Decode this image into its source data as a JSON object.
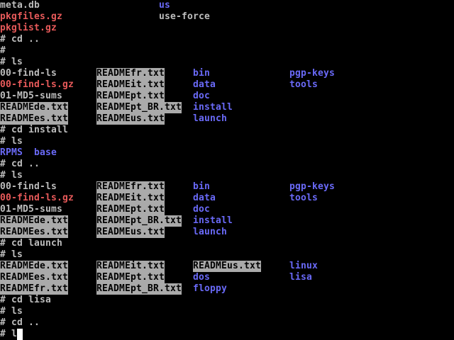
{
  "terminal": {
    "colors": {
      "normal": "#bdbdbd",
      "red": "#e85a5a",
      "blue": "#6a6af8",
      "inverse_bg": "#aaaaaa"
    },
    "lines": [
      {
        "segments": [
          {
            "col": 0,
            "text": "meta.db",
            "style": "normal"
          },
          {
            "col": 28,
            "text": "us",
            "style": "blue"
          }
        ]
      },
      {
        "segments": [
          {
            "col": 0,
            "text": "pkgfiles.gz",
            "style": "red"
          },
          {
            "col": 28,
            "text": "use-force",
            "style": "normal"
          }
        ]
      },
      {
        "segments": [
          {
            "col": 0,
            "text": "pkglist.gz",
            "style": "red"
          }
        ]
      },
      {
        "segments": [
          {
            "col": 0,
            "text": "# cd ..",
            "style": "normal"
          }
        ]
      },
      {
        "segments": [
          {
            "col": 0,
            "text": "#",
            "style": "normal"
          }
        ]
      },
      {
        "segments": [
          {
            "col": 0,
            "text": "# ls",
            "style": "normal"
          }
        ]
      },
      {
        "segments": [
          {
            "col": 0,
            "text": "00-find-ls",
            "style": "normal"
          },
          {
            "col": 17,
            "text": "READMEfr.txt",
            "style": "inv"
          },
          {
            "col": 34,
            "text": "bin",
            "style": "blue"
          },
          {
            "col": 51,
            "text": "pgp-keys",
            "style": "blue"
          }
        ]
      },
      {
        "segments": [
          {
            "col": 0,
            "text": "00-find-ls.gz",
            "style": "red"
          },
          {
            "col": 17,
            "text": "READMEit.txt",
            "style": "inv"
          },
          {
            "col": 34,
            "text": "data",
            "style": "blue"
          },
          {
            "col": 51,
            "text": "tools",
            "style": "blue"
          }
        ]
      },
      {
        "segments": [
          {
            "col": 0,
            "text": "01-MD5-sums",
            "style": "normal"
          },
          {
            "col": 17,
            "text": "READMEpt.txt",
            "style": "inv"
          },
          {
            "col": 34,
            "text": "doc",
            "style": "blue"
          }
        ]
      },
      {
        "segments": [
          {
            "col": 0,
            "text": "READMEde.txt",
            "style": "inv"
          },
          {
            "col": 17,
            "text": "READMEpt_BR.txt",
            "style": "inv"
          },
          {
            "col": 34,
            "text": "install",
            "style": "blue"
          }
        ]
      },
      {
        "segments": [
          {
            "col": 0,
            "text": "READMEes.txt",
            "style": "inv"
          },
          {
            "col": 17,
            "text": "READMEus.txt",
            "style": "inv"
          },
          {
            "col": 34,
            "text": "launch",
            "style": "blue"
          }
        ]
      },
      {
        "segments": [
          {
            "col": 0,
            "text": "# cd install",
            "style": "normal"
          }
        ]
      },
      {
        "segments": [
          {
            "col": 0,
            "text": "# ls",
            "style": "normal"
          }
        ]
      },
      {
        "segments": [
          {
            "col": 0,
            "text": "RPMS",
            "style": "blue"
          },
          {
            "col": 6,
            "text": "base",
            "style": "blue"
          }
        ]
      },
      {
        "segments": [
          {
            "col": 0,
            "text": "# cd ..",
            "style": "normal"
          }
        ]
      },
      {
        "segments": [
          {
            "col": 0,
            "text": "# ls",
            "style": "normal"
          }
        ]
      },
      {
        "segments": [
          {
            "col": 0,
            "text": "00-find-ls",
            "style": "normal"
          },
          {
            "col": 17,
            "text": "READMEfr.txt",
            "style": "inv"
          },
          {
            "col": 34,
            "text": "bin",
            "style": "blue"
          },
          {
            "col": 51,
            "text": "pgp-keys",
            "style": "blue"
          }
        ]
      },
      {
        "segments": [
          {
            "col": 0,
            "text": "00-find-ls.gz",
            "style": "red"
          },
          {
            "col": 17,
            "text": "READMEit.txt",
            "style": "inv"
          },
          {
            "col": 34,
            "text": "data",
            "style": "blue"
          },
          {
            "col": 51,
            "text": "tools",
            "style": "blue"
          }
        ]
      },
      {
        "segments": [
          {
            "col": 0,
            "text": "01-MD5-sums",
            "style": "normal"
          },
          {
            "col": 17,
            "text": "READMEpt.txt",
            "style": "inv"
          },
          {
            "col": 34,
            "text": "doc",
            "style": "blue"
          }
        ]
      },
      {
        "segments": [
          {
            "col": 0,
            "text": "READMEde.txt",
            "style": "inv"
          },
          {
            "col": 17,
            "text": "READMEpt_BR.txt",
            "style": "inv"
          },
          {
            "col": 34,
            "text": "install",
            "style": "blue"
          }
        ]
      },
      {
        "segments": [
          {
            "col": 0,
            "text": "READMEes.txt",
            "style": "inv"
          },
          {
            "col": 17,
            "text": "READMEus.txt",
            "style": "inv"
          },
          {
            "col": 34,
            "text": "launch",
            "style": "blue"
          }
        ]
      },
      {
        "segments": [
          {
            "col": 0,
            "text": "# cd launch",
            "style": "normal"
          }
        ]
      },
      {
        "segments": [
          {
            "col": 0,
            "text": "# ls",
            "style": "normal"
          }
        ]
      },
      {
        "segments": [
          {
            "col": 0,
            "text": "READMEde.txt",
            "style": "inv"
          },
          {
            "col": 17,
            "text": "READMEit.txt",
            "style": "inv"
          },
          {
            "col": 34,
            "text": "READMEus.txt",
            "style": "inv"
          },
          {
            "col": 51,
            "text": "linux",
            "style": "blue"
          }
        ]
      },
      {
        "segments": [
          {
            "col": 0,
            "text": "READMEes.txt",
            "style": "inv"
          },
          {
            "col": 17,
            "text": "READMEpt.txt",
            "style": "inv"
          },
          {
            "col": 34,
            "text": "dos",
            "style": "blue"
          },
          {
            "col": 51,
            "text": "lisa",
            "style": "blue"
          }
        ]
      },
      {
        "segments": [
          {
            "col": 0,
            "text": "READMEfr.txt",
            "style": "inv"
          },
          {
            "col": 17,
            "text": "READMEpt_BR.txt",
            "style": "inv"
          },
          {
            "col": 34,
            "text": "floppy",
            "style": "blue"
          }
        ]
      },
      {
        "segments": [
          {
            "col": 0,
            "text": "# cd lisa",
            "style": "normal"
          }
        ]
      },
      {
        "segments": [
          {
            "col": 0,
            "text": "# ls",
            "style": "normal"
          }
        ]
      },
      {
        "segments": [
          {
            "col": 0,
            "text": "# cd ..",
            "style": "normal"
          }
        ]
      },
      {
        "segments": [
          {
            "col": 0,
            "text": "# l",
            "style": "normal"
          }
        ]
      }
    ],
    "cursor": {
      "row": 29,
      "col": 3
    }
  }
}
